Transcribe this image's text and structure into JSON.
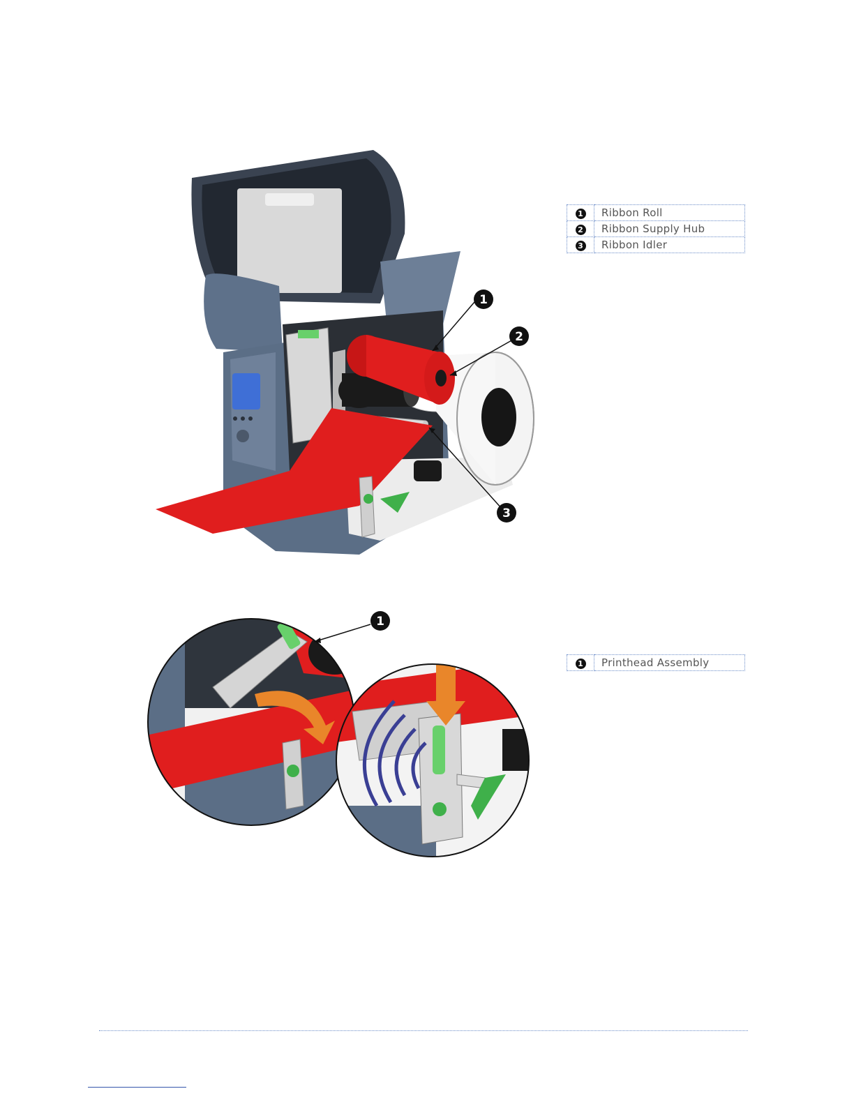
{
  "figure1": {
    "callouts": [
      "1",
      "2",
      "3"
    ],
    "legend": [
      {
        "num": "1",
        "label": "Ribbon Roll"
      },
      {
        "num": "2",
        "label": "Ribbon Supply Hub"
      },
      {
        "num": "3",
        "label": "Ribbon Idler"
      }
    ]
  },
  "figure2": {
    "callouts": [
      "1"
    ],
    "legend": [
      {
        "num": "1",
        "label": "Printhead Assembly"
      }
    ]
  },
  "colors": {
    "ribbon": "#e01e1e",
    "printer_body": "#5b6e86",
    "cover_inner": "#2a313b",
    "arrow": "#e9862a",
    "motion_arcs": "#3a3f94",
    "latch_green": "#3fb04a",
    "table_border": "#6b8cc8"
  }
}
